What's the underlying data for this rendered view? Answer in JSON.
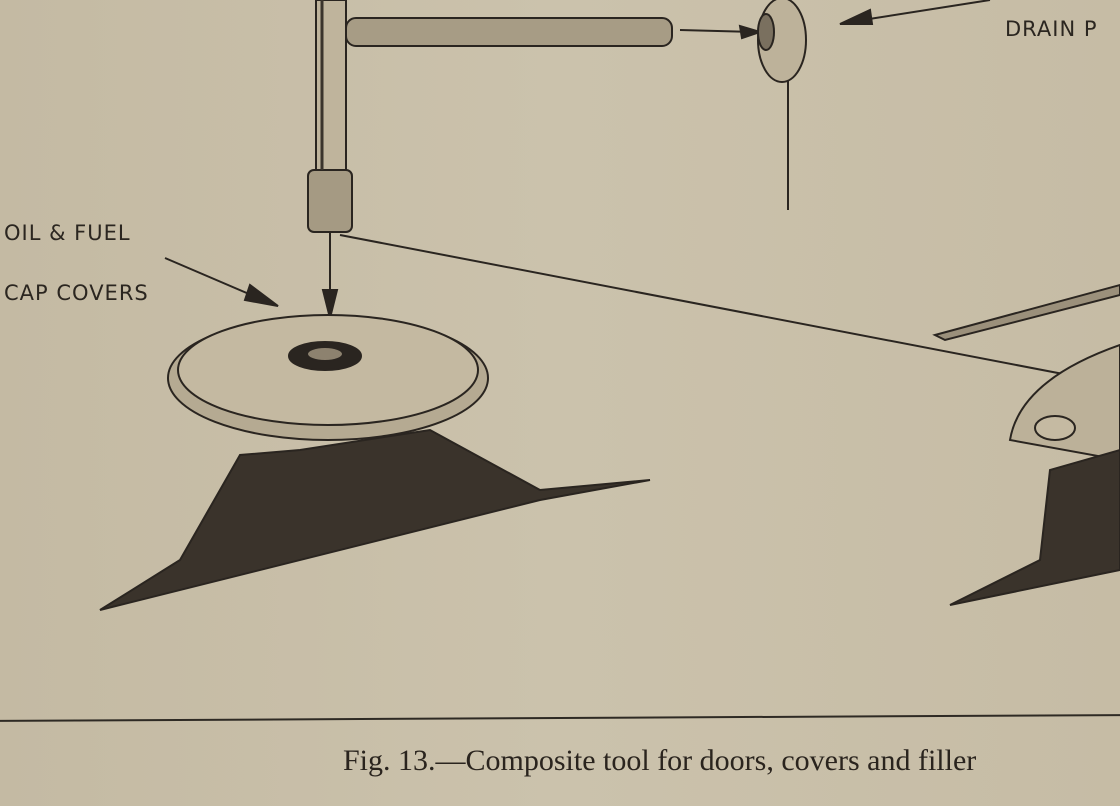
{
  "figure": {
    "labels": {
      "drain": "DRAIN P",
      "oil_fuel_line1": "OIL & FUEL",
      "oil_fuel_line2": "CAP COVERS"
    },
    "caption": "Fig. 13.—Composite tool for doors, covers and filler"
  }
}
